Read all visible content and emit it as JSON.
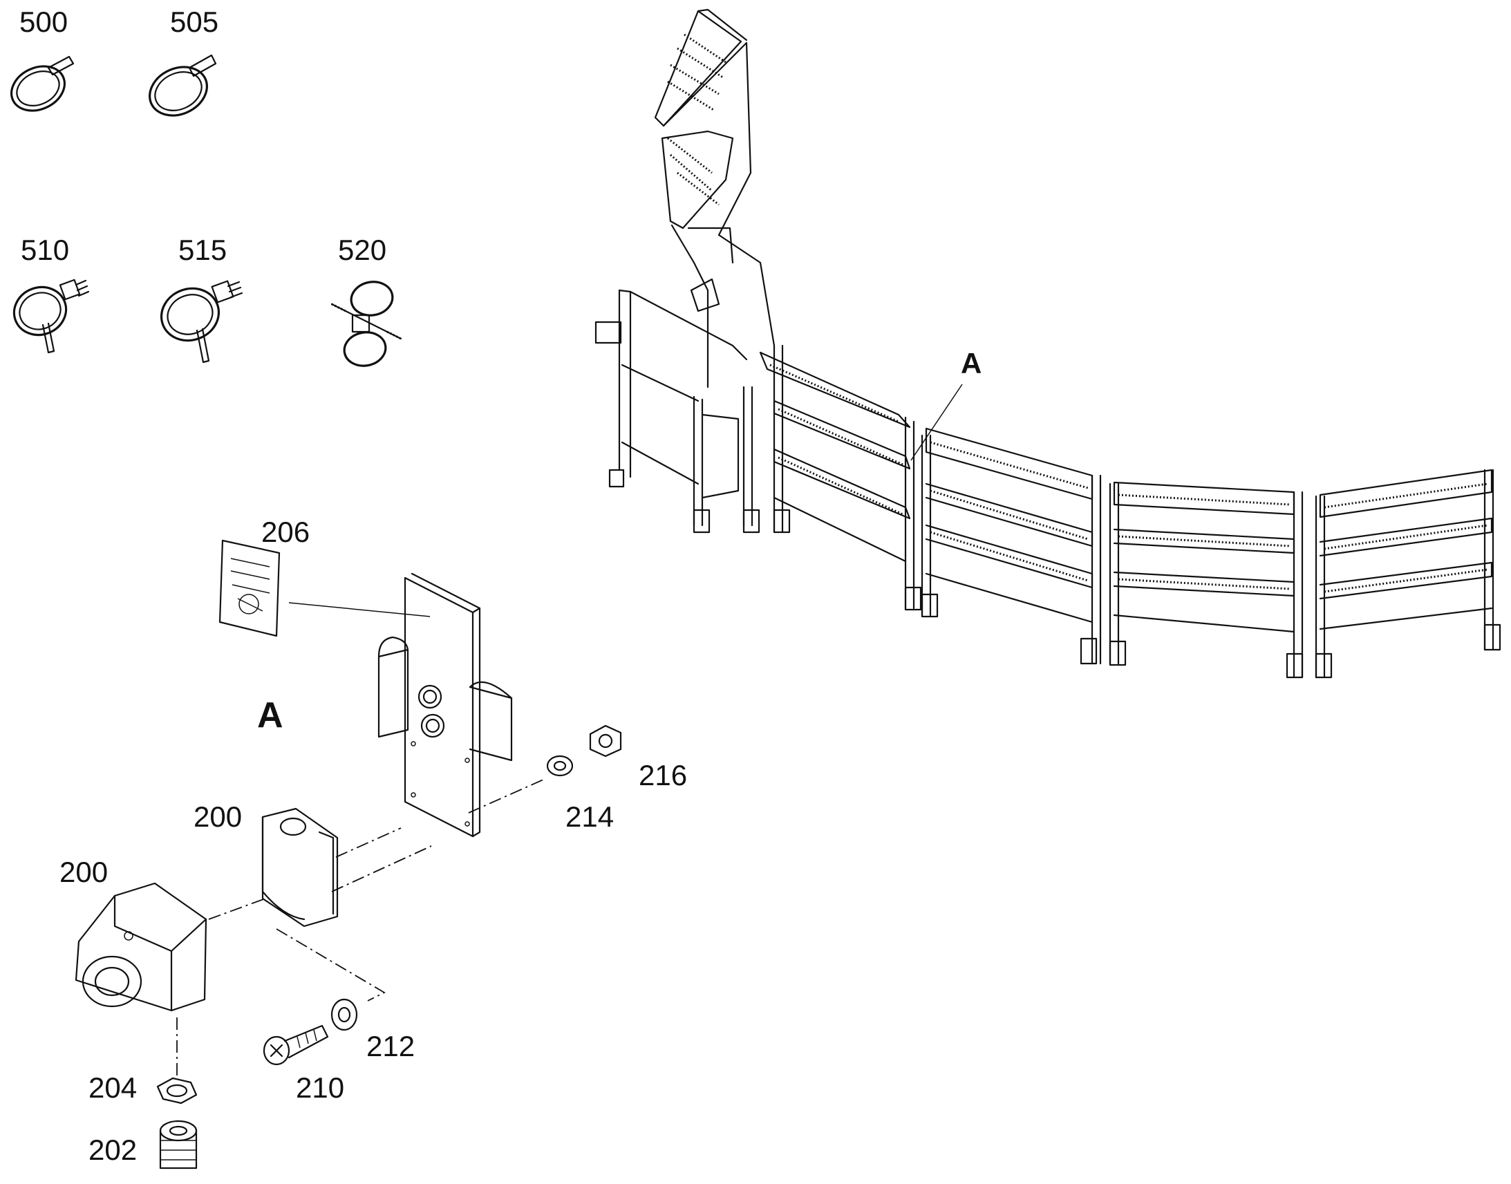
{
  "callouts": {
    "c500": "500",
    "c505": "505",
    "c510": "510",
    "c515": "515",
    "c520": "520",
    "c206": "206",
    "c200a": "200",
    "c200b": "200",
    "c204": "204",
    "c202": "202",
    "c210": "210",
    "c212": "212",
    "c214": "214",
    "c216": "216"
  },
  "detail": {
    "label_assembly": "A",
    "label_detail": "A"
  }
}
